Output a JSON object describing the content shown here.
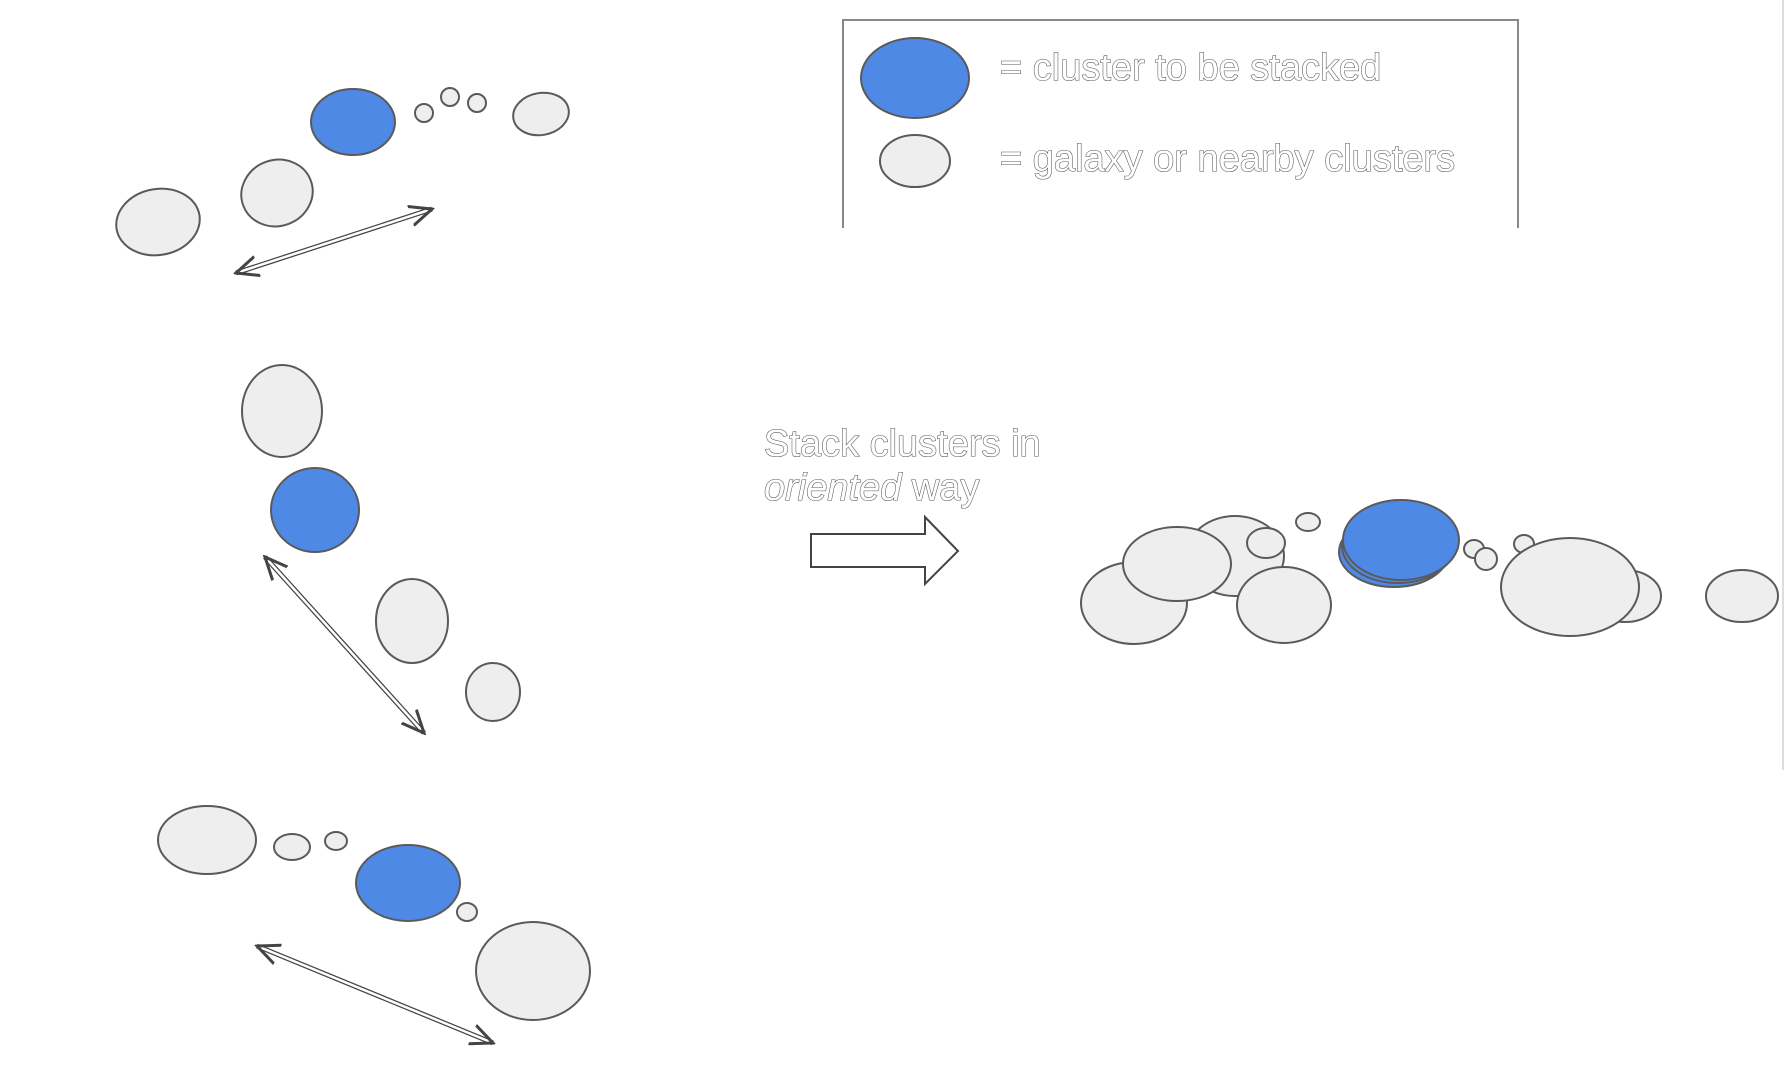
{
  "colors": {
    "cluster_fill": "#4f89e6",
    "galaxy_fill": "#eeeeee",
    "shape_stroke": "#5a5a5a",
    "background": "#ffffff"
  },
  "legend": {
    "cluster_label": "= cluster to be stacked",
    "galaxy_label": "= galaxy or nearby clusters"
  },
  "caption": {
    "line1": "Stack clusters in",
    "line2_italic": "oriented",
    "line2_rest": " way"
  }
}
